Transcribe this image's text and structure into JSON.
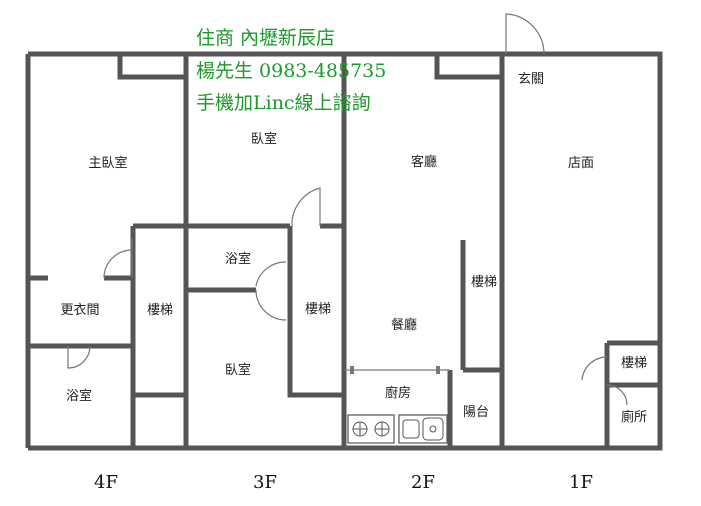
{
  "promo": {
    "line1": "住商 內壢新辰店",
    "line2": "楊先生 0983-485735",
    "line3": "手機加Linc線上諮詢"
  },
  "floors": {
    "f4": {
      "label": "4F",
      "rooms": {
        "master_bedroom": "主臥室",
        "closet": "更衣間",
        "stairs": "樓梯",
        "bathroom": "浴室"
      }
    },
    "f3": {
      "label": "3F",
      "rooms": {
        "bedroom_top": "臥室",
        "bathroom": "浴室",
        "stairs": "樓梯",
        "bedroom_bottom": "臥室"
      }
    },
    "f2": {
      "label": "2F",
      "rooms": {
        "living": "客廳",
        "stairs": "樓梯",
        "dining": "餐廳",
        "kitchen": "廚房",
        "balcony": "陽台"
      }
    },
    "f1": {
      "label": "1F",
      "rooms": {
        "entrance": "玄關",
        "shop": "店面",
        "stairs": "樓梯",
        "toilet": "廁所"
      }
    }
  }
}
